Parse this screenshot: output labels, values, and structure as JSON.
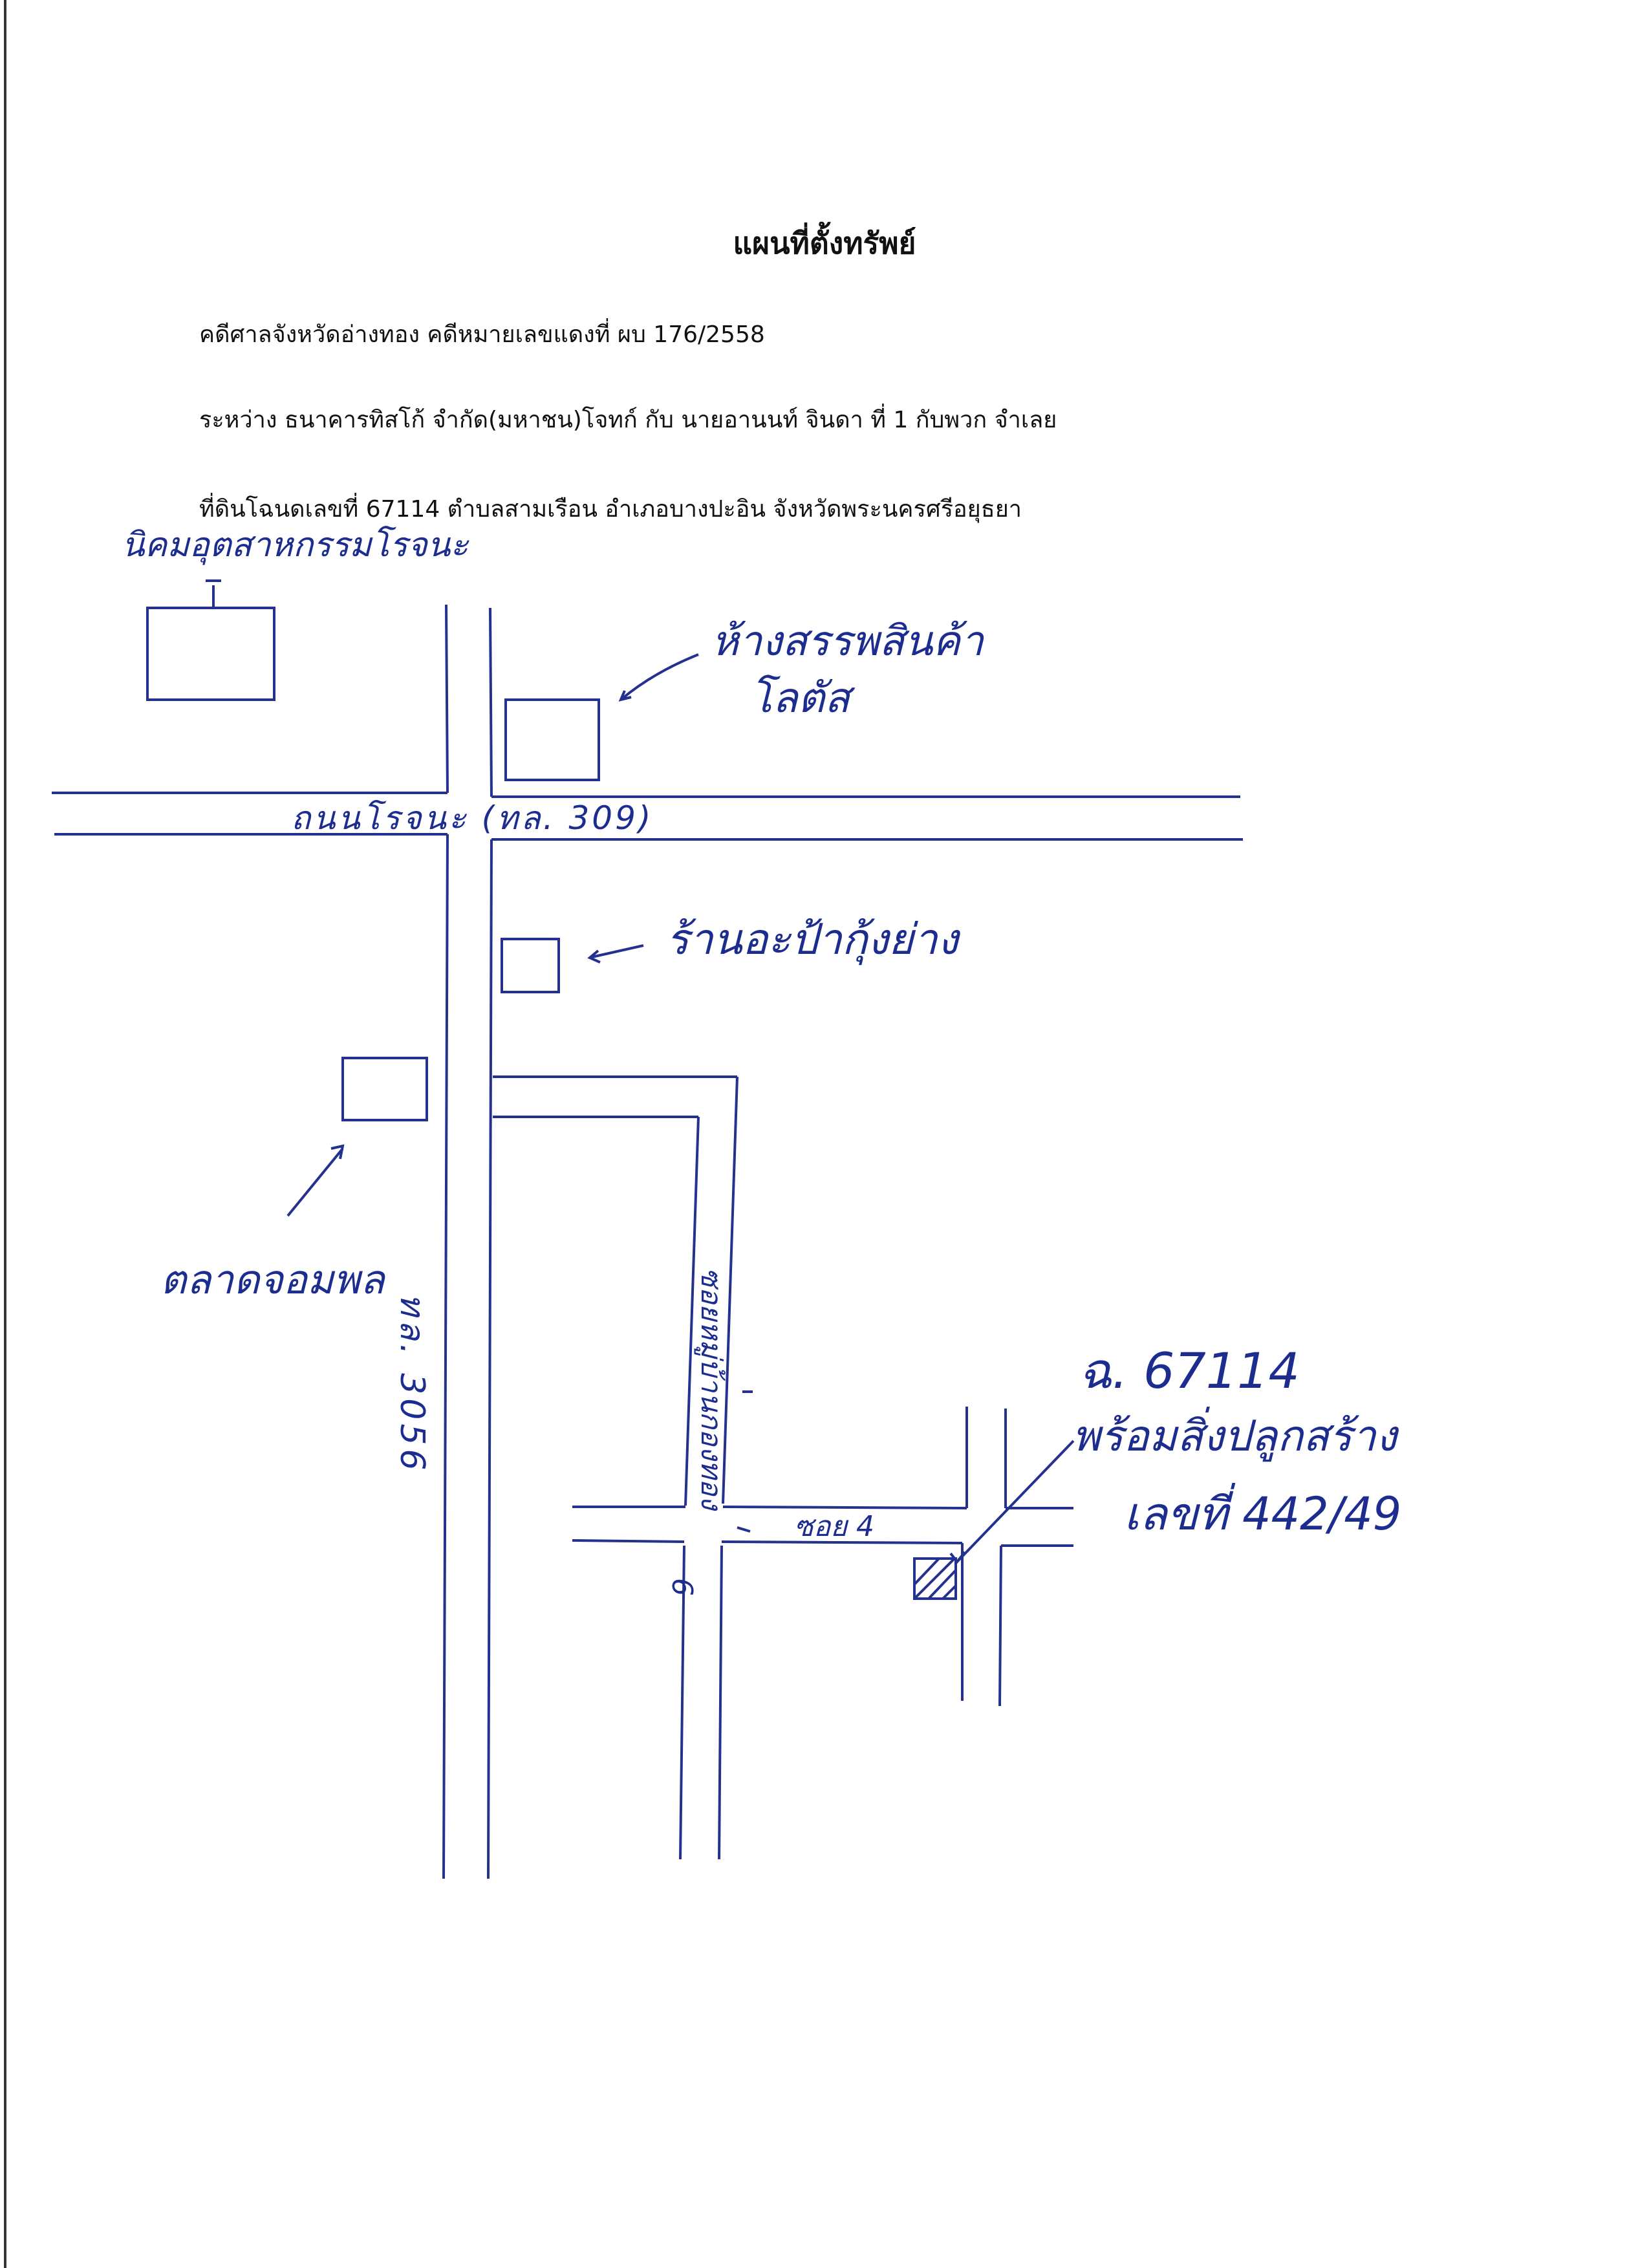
{
  "document": {
    "title": "แผนที่ตั้งทรัพย์",
    "case_line": "คดีศาลจังหวัดอ่างทอง   คดีหมายเลขแดงที่  ผบ 176/2558",
    "parties_line": "ระหว่าง ธนาคารทิสโก้ จำกัด(มหาชน)โจทก์ กับ นายอานนท์  จินดา  ที่ 1 กับพวก จำเลย",
    "land_line": "ที่ดินโฉนดเลขที่  67114   ตำบลสามเรือน     อำเภอบางปะอิน   จังหวัดพระนครศรีอยุธยา"
  },
  "map": {
    "handwritten": {
      "estate_label": "นิคมอุตสาหกรรมโรจนะ",
      "mall_label_line1": "ห้างสรรพสินค้า",
      "mall_label_line2": "โลตัส",
      "main_road_label": "ถนนโรจนะ  (ทล. 309)",
      "shop_label": "ร้านอะป้ากุ้งย่าง",
      "market_label": "ตลาดจอมพล",
      "highway_label": "ทล. 3056",
      "soi_vertical_label": "ซอยหมู่บ้านกองทอง",
      "soi_horizontal_label": "ซอย 4",
      "soi_vertical_num": "6",
      "deed_label": "ฉ. 67114",
      "building_label": "พร้อมสิ่งปลูกสร้าง",
      "house_no_label": "เลขที่ 442/49"
    }
  }
}
